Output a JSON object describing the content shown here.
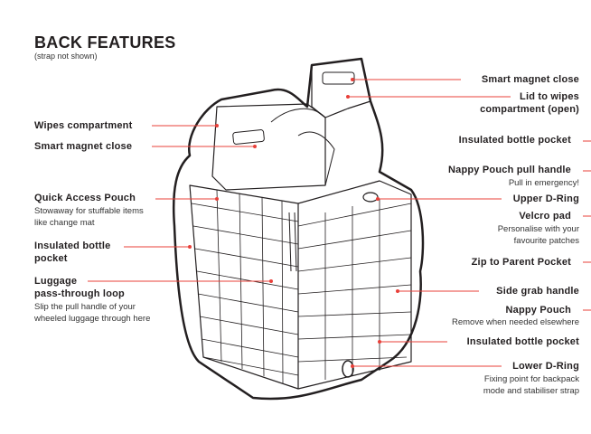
{
  "title": "BACK FEATURES",
  "subtitle": "(strap not shown)",
  "accent_color": "#e8403a",
  "left_labels": [
    {
      "label": "Wipes compartment"
    },
    {
      "label": "Smart magnet close"
    },
    {
      "label": "Quick Access Pouch",
      "desc": [
        "Stowaway for stuffable items",
        "like change mat"
      ]
    },
    {
      "label": [
        "Insulated bottle",
        "pocket"
      ]
    },
    {
      "label": [
        "Luggage",
        "pass-through loop"
      ],
      "desc": [
        "Slip the pull handle of your",
        "wheeled luggage through here"
      ]
    }
  ],
  "right_labels": [
    {
      "label": "Smart magnet close"
    },
    {
      "label": [
        "Lid to wipes",
        "compartment (open)"
      ]
    },
    {
      "label": "Insulated bottle pocket"
    },
    {
      "label": "Nappy Pouch pull handle",
      "desc": [
        "Pull in emergency!"
      ]
    },
    {
      "label": "Upper D-Ring"
    },
    {
      "label": "Velcro pad",
      "desc": [
        "Personalise with your",
        "favourite patches"
      ]
    },
    {
      "label": "Zip to Parent Pocket"
    },
    {
      "label": "Side grab handle"
    },
    {
      "label": "Nappy Pouch",
      "desc": [
        "Remove when needed elsewhere"
      ]
    },
    {
      "label": "Insulated bottle pocket"
    },
    {
      "label": "Lower D-Ring",
      "desc": [
        "Fixing point for backpack",
        "mode and stabiliser strap"
      ]
    }
  ]
}
